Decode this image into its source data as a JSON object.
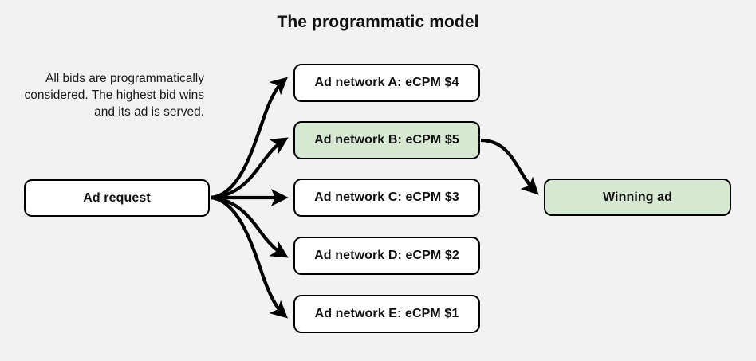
{
  "page": {
    "title": "The programmatic model",
    "background_color": "#f2f2f2",
    "stroke_color": "#000000",
    "highlight_color": "#d6e8d1"
  },
  "caption": {
    "text": "All bids are programmatically considered. The highest bid wins and its ad is served."
  },
  "nodes": {
    "ad_request": {
      "label": "Ad request",
      "filled": false
    },
    "winning_ad": {
      "label": "Winning ad",
      "filled": true
    },
    "networks": [
      {
        "label": "Ad network A: eCPM $4",
        "network": "A",
        "ecpm": 4,
        "filled": false
      },
      {
        "label": "Ad network B: eCPM $5",
        "network": "B",
        "ecpm": 5,
        "filled": true
      },
      {
        "label": "Ad network C: eCPM $3",
        "network": "C",
        "ecpm": 3,
        "filled": false
      },
      {
        "label": "Ad network D: eCPM $2",
        "network": "D",
        "ecpm": 2,
        "filled": false
      },
      {
        "label": "Ad network E: eCPM $1",
        "network": "E",
        "ecpm": 1,
        "filled": false
      }
    ]
  },
  "edges": [
    {
      "from": "ad_request",
      "to": "network_a"
    },
    {
      "from": "ad_request",
      "to": "network_b"
    },
    {
      "from": "ad_request",
      "to": "network_c"
    },
    {
      "from": "ad_request",
      "to": "network_d"
    },
    {
      "from": "ad_request",
      "to": "network_e"
    },
    {
      "from": "network_b",
      "to": "winning_ad"
    }
  ]
}
